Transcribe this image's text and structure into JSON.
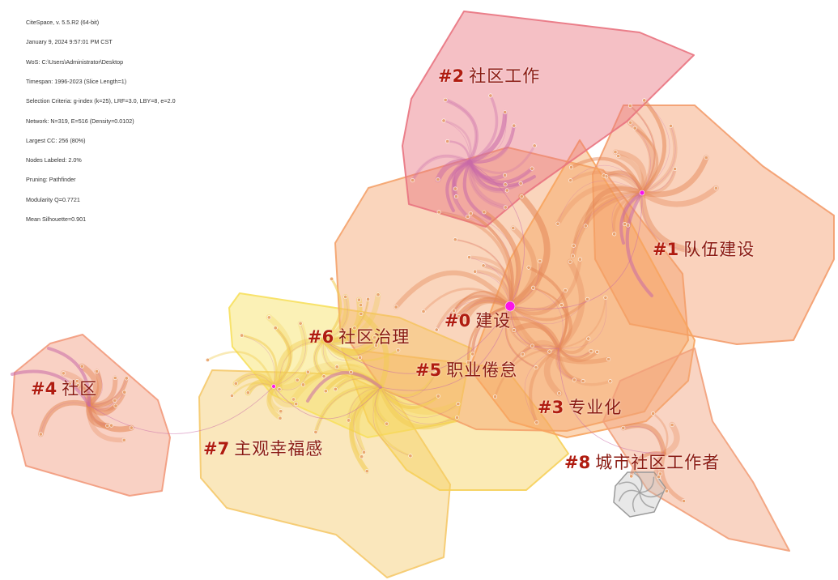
{
  "meta_lines": [
    "CiteSpace, v. 5.5.R2 (64-bit)",
    "January 9, 2024 9:57:01 PM CST",
    "WoS: C:\\Users\\Administrator\\Desktop",
    "Timespan: 1996-2023 (Slice Length=1)",
    "Selection Criteria: g-index (k=25), LRF=3.0, LBY=8, e=2.0",
    "Network: N=319, E=516 (Density=0.0102)",
    "Largest CC: 256 (80%)",
    "Nodes Labeled: 2.0%",
    "Pruning: Pathfinder",
    "Modularity Q=0.7721",
    "Mean Silhouette=0.901"
  ],
  "clusters": [
    {
      "id": "#0",
      "label": "建设",
      "color": "#f4a26a"
    },
    {
      "id": "#1",
      "label": "队伍建设",
      "color": "#f39c6b"
    },
    {
      "id": "#2",
      "label": "社区工作",
      "color": "#e9737f"
    },
    {
      "id": "#3",
      "label": "专业化",
      "color": "#f7a45e"
    },
    {
      "id": "#4",
      "label": "社区",
      "color": "#f29a7c"
    },
    {
      "id": "#5",
      "label": "职业倦怠",
      "color": "#f6d05a"
    },
    {
      "id": "#6",
      "label": "社区治理",
      "color": "#f7e05e"
    },
    {
      "id": "#7",
      "label": "主观幸福感",
      "color": "#f5c96a"
    },
    {
      "id": "#8",
      "label": "城市社区工作者",
      "color": "#f2a07a"
    }
  ],
  "colors": {
    "node_hub": "#ff00ff",
    "edge": "#c96aa8",
    "edge_warm": "#e58a5a",
    "edge_yellow": "#f1cc52",
    "grey_cluster": "#9a9a9a"
  }
}
